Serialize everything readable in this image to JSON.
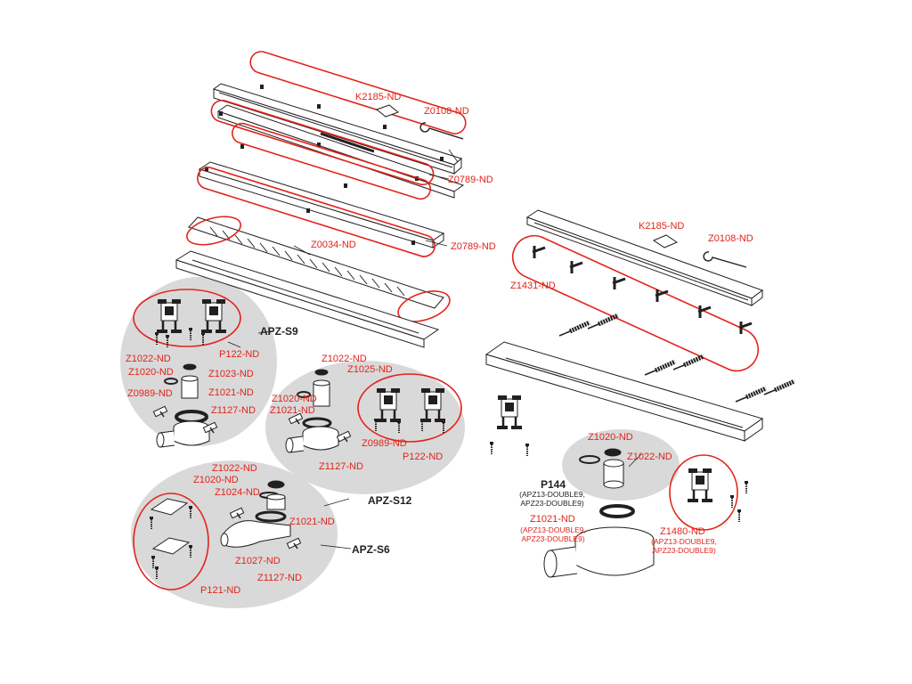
{
  "top_section": {
    "labels": {
      "k2185_top": "K2185-ND",
      "z0108_top": "Z0108-ND",
      "z0789_a": "Z0789-ND",
      "z0789_b": "Z0789-ND",
      "z0034": "Z0034-ND"
    }
  },
  "right_section": {
    "labels": {
      "k2185_right": "K2185-ND",
      "z0108_right": "Z0108-ND",
      "z1431": "Z1431-ND",
      "z1020": "Z1020-ND",
      "z1022": "Z1022-ND",
      "p144": "P144",
      "p144_note_1": "(APZ13-DOUBLE9,",
      "p144_note_2": "APZ23-DOUBLE9)",
      "z1021": "Z1021-ND",
      "z1021_note_1": "(APZ13-DOUBLE9,",
      "z1021_note_2": "APZ23-DOUBLE9)",
      "z1480": "Z1480-ND",
      "z1480_note_1": "(APZ13-DOUBLE9,",
      "z1480_note_2": "APZ23-DOUBLE9)"
    }
  },
  "apz_s9": {
    "title": "APZ-S9",
    "labels": {
      "p122": "P122-ND",
      "z1022": "Z1022-ND",
      "z1020": "Z1020-ND",
      "z1023": "Z1023-ND",
      "z0989": "Z0989-ND",
      "z1021": "Z1021-ND",
      "z1127": "Z1127-ND"
    }
  },
  "apz_s12": {
    "title": "APZ-S12",
    "labels": {
      "z1022": "Z1022-ND",
      "z1025": "Z1025-ND",
      "z1020": "Z1020-ND",
      "z1021": "Z1021-ND",
      "z0989": "Z0989-ND",
      "p122": "P122-ND",
      "z1127": "Z1127-ND"
    }
  },
  "apz_s6": {
    "title": "APZ-S6",
    "labels": {
      "z1022": "Z1022-ND",
      "z1020": "Z1020-ND",
      "z1024": "Z1024-ND",
      "z1021": "Z1021-ND",
      "z1027": "Z1027-ND",
      "z1127": "Z1127-ND",
      "p121": "P121-ND"
    }
  },
  "colors": {
    "highlight": "#e2231a",
    "line": "#231f20",
    "panel": "#d9d9d9",
    "background": "#ffffff"
  }
}
